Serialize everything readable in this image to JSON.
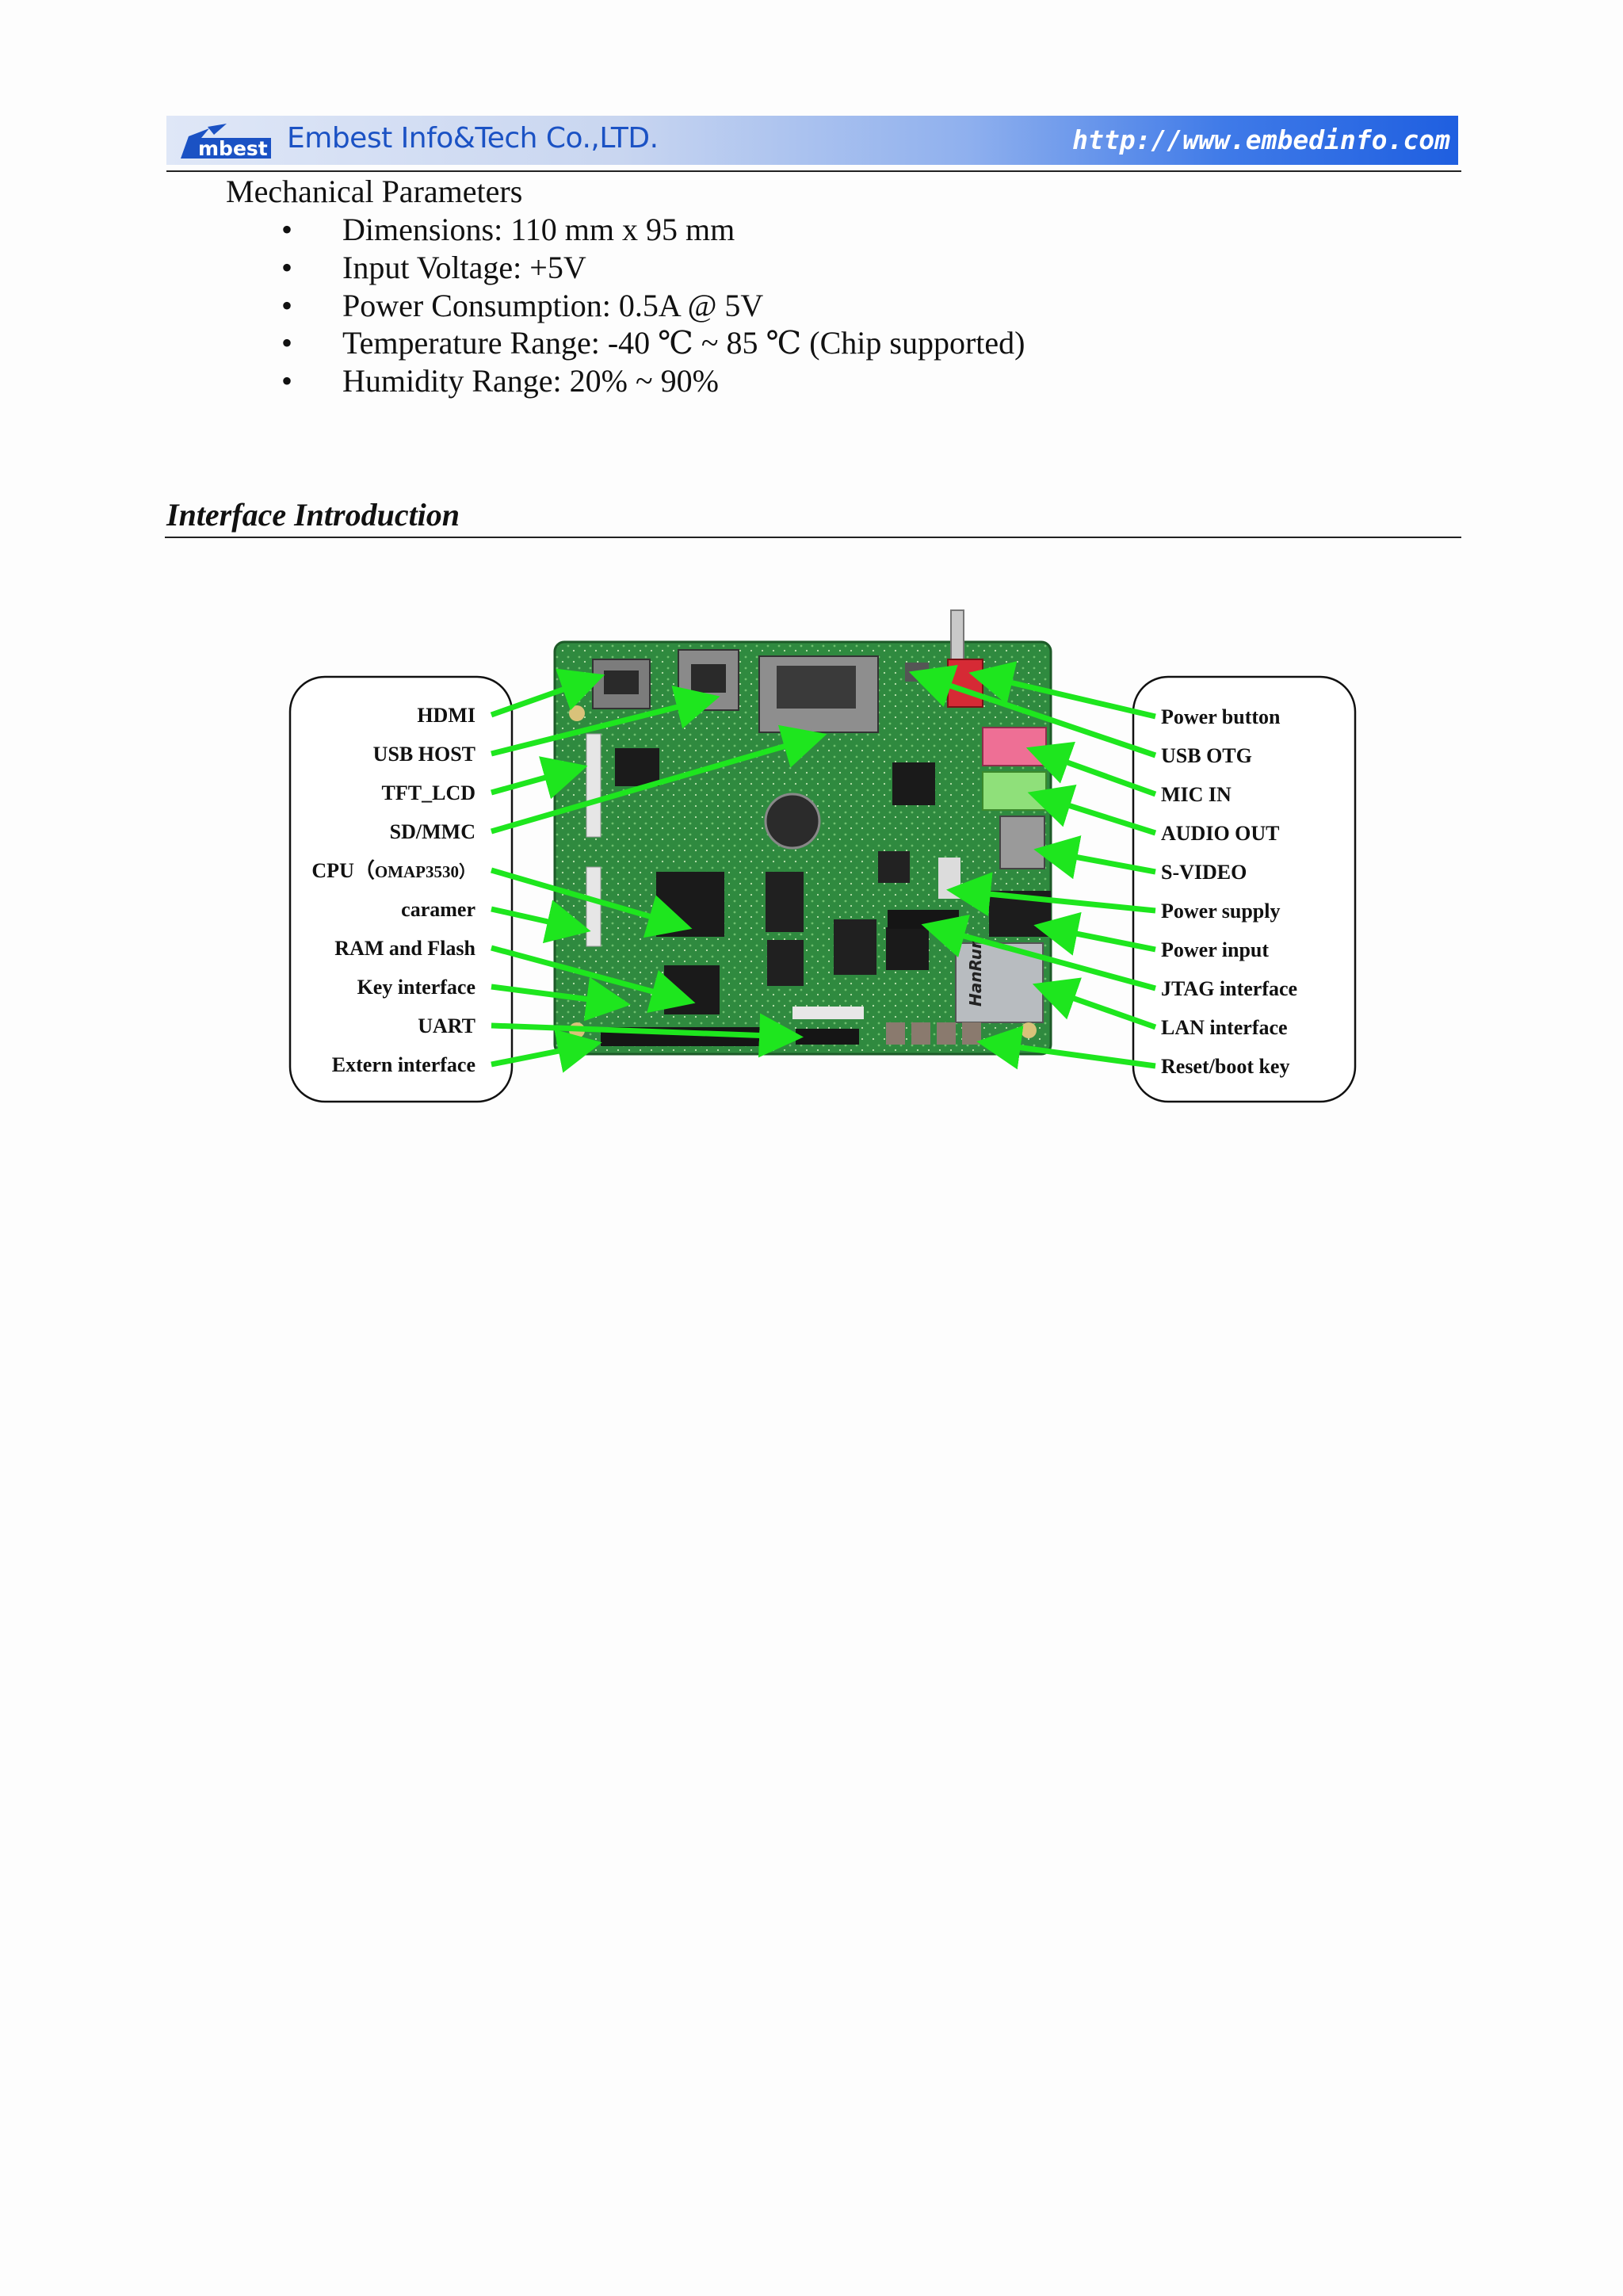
{
  "header": {
    "logo_text": "mbest",
    "company": "Embest Info&Tech Co.,LTD.",
    "url": "http://www.embedinfo.com"
  },
  "mechanical": {
    "title": "Mechanical Parameters",
    "items": [
      "Dimensions: 110 mm x 95 mm",
      "Input Voltage: +5V",
      "Power Consumption: 0.5A @ 5V",
      "Temperature Range: -40 ℃ ~ 85 ℃ (Chip supported)",
      "Humidity Range: 20% ~ 90%"
    ],
    "bullet_char": "•"
  },
  "interface": {
    "title": "Interface Introduction",
    "left_labels": [
      "HDMI",
      "USB HOST",
      "TFT_LCD",
      "SD/MMC",
      "CPU（",
      "OMAP3530）",
      "caramer",
      "RAM  and  Flash",
      "Key  interface",
      "UART",
      "Extern  interface"
    ],
    "right_labels": [
      "Power button",
      "USB OTG",
      "MIC IN",
      "AUDIO OUT",
      "S-VIDEO",
      "Power supply",
      "Power input",
      "JTAG interface",
      "LAN interface",
      "Reset/boot  key"
    ],
    "board_marking": "HanRun"
  },
  "colors": {
    "arrow": "#1ee61e",
    "board": "#2f8a3f",
    "banner_text": "#1b52c4"
  }
}
